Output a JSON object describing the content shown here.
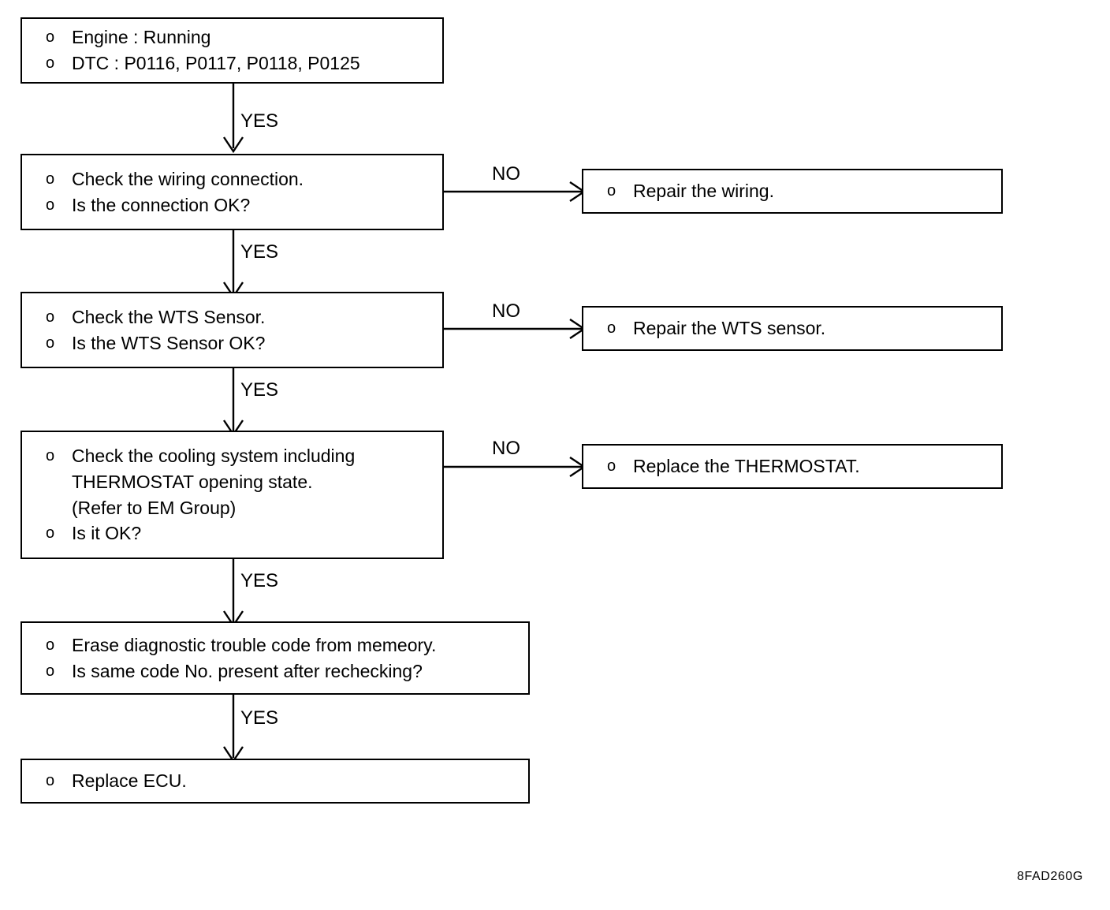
{
  "figure": {
    "code": "8FAD260G",
    "bullet_mark": "o"
  },
  "labels": {
    "yes": "YES",
    "no": "NO"
  },
  "nodes": {
    "conditions": {
      "line1": "Engine : Running",
      "line2": "DTC : P0116, P0117, P0118, P0125"
    },
    "check_wiring": {
      "line1": "Check the wiring connection.",
      "line2": "Is the connection OK?"
    },
    "repair_wiring": {
      "line1": "Repair the wiring."
    },
    "check_wts": {
      "line1": "Check the WTS Sensor.",
      "line2": "Is the WTS Sensor OK?"
    },
    "repair_wts": {
      "line1": "Repair the WTS sensor."
    },
    "check_cooling": {
      "line1": "Check the cooling system including",
      "line1_cont1": "THERMOSTAT opening state.",
      "line1_cont2": "(Refer to EM Group)",
      "line2": "Is it OK?"
    },
    "replace_thermostat": {
      "line1": "Replace the THERMOSTAT."
    },
    "erase_code": {
      "line1": "Erase diagnostic trouble code from memeory.",
      "line2": "Is same code No. present after rechecking?"
    },
    "replace_ecu": {
      "line1": "Replace ECU."
    }
  },
  "edges": {
    "cond_to_wiring": "YES",
    "wiring_to_repair": "NO",
    "wiring_to_wts": "YES",
    "wts_to_repair": "NO",
    "wts_to_cooling": "YES",
    "cooling_to_thermostat": "NO",
    "cooling_to_erase": "YES",
    "erase_to_ecu": "YES"
  }
}
